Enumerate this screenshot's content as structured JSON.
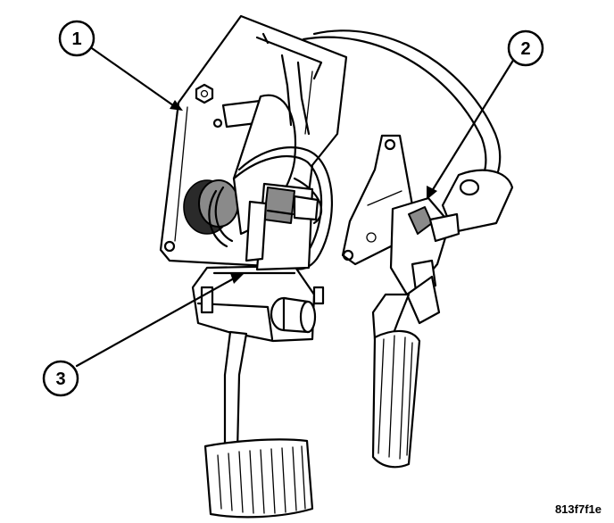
{
  "callouts": [
    {
      "label": "1"
    },
    {
      "label": "2"
    },
    {
      "label": "3"
    }
  ],
  "figure_code": "813f7f1e",
  "colors": {
    "ink": "#000000",
    "shade": "#8a8a8a",
    "paper": "#ffffff"
  }
}
